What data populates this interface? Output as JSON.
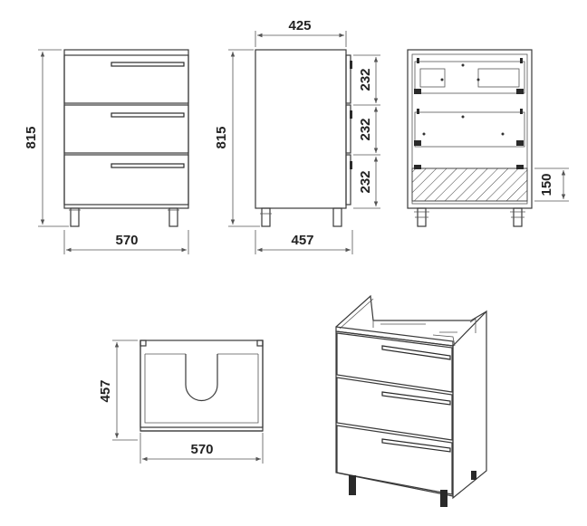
{
  "front_view": {
    "width_label": "570",
    "height_label": "815"
  },
  "side_view": {
    "depth_top_label": "425",
    "depth_bottom_label": "457",
    "height_label": "815",
    "drawer_labels": [
      "232",
      "232",
      "232"
    ]
  },
  "back_view": {
    "hatch_label": "150"
  },
  "top_view": {
    "depth_label": "457",
    "width_label": "570"
  }
}
